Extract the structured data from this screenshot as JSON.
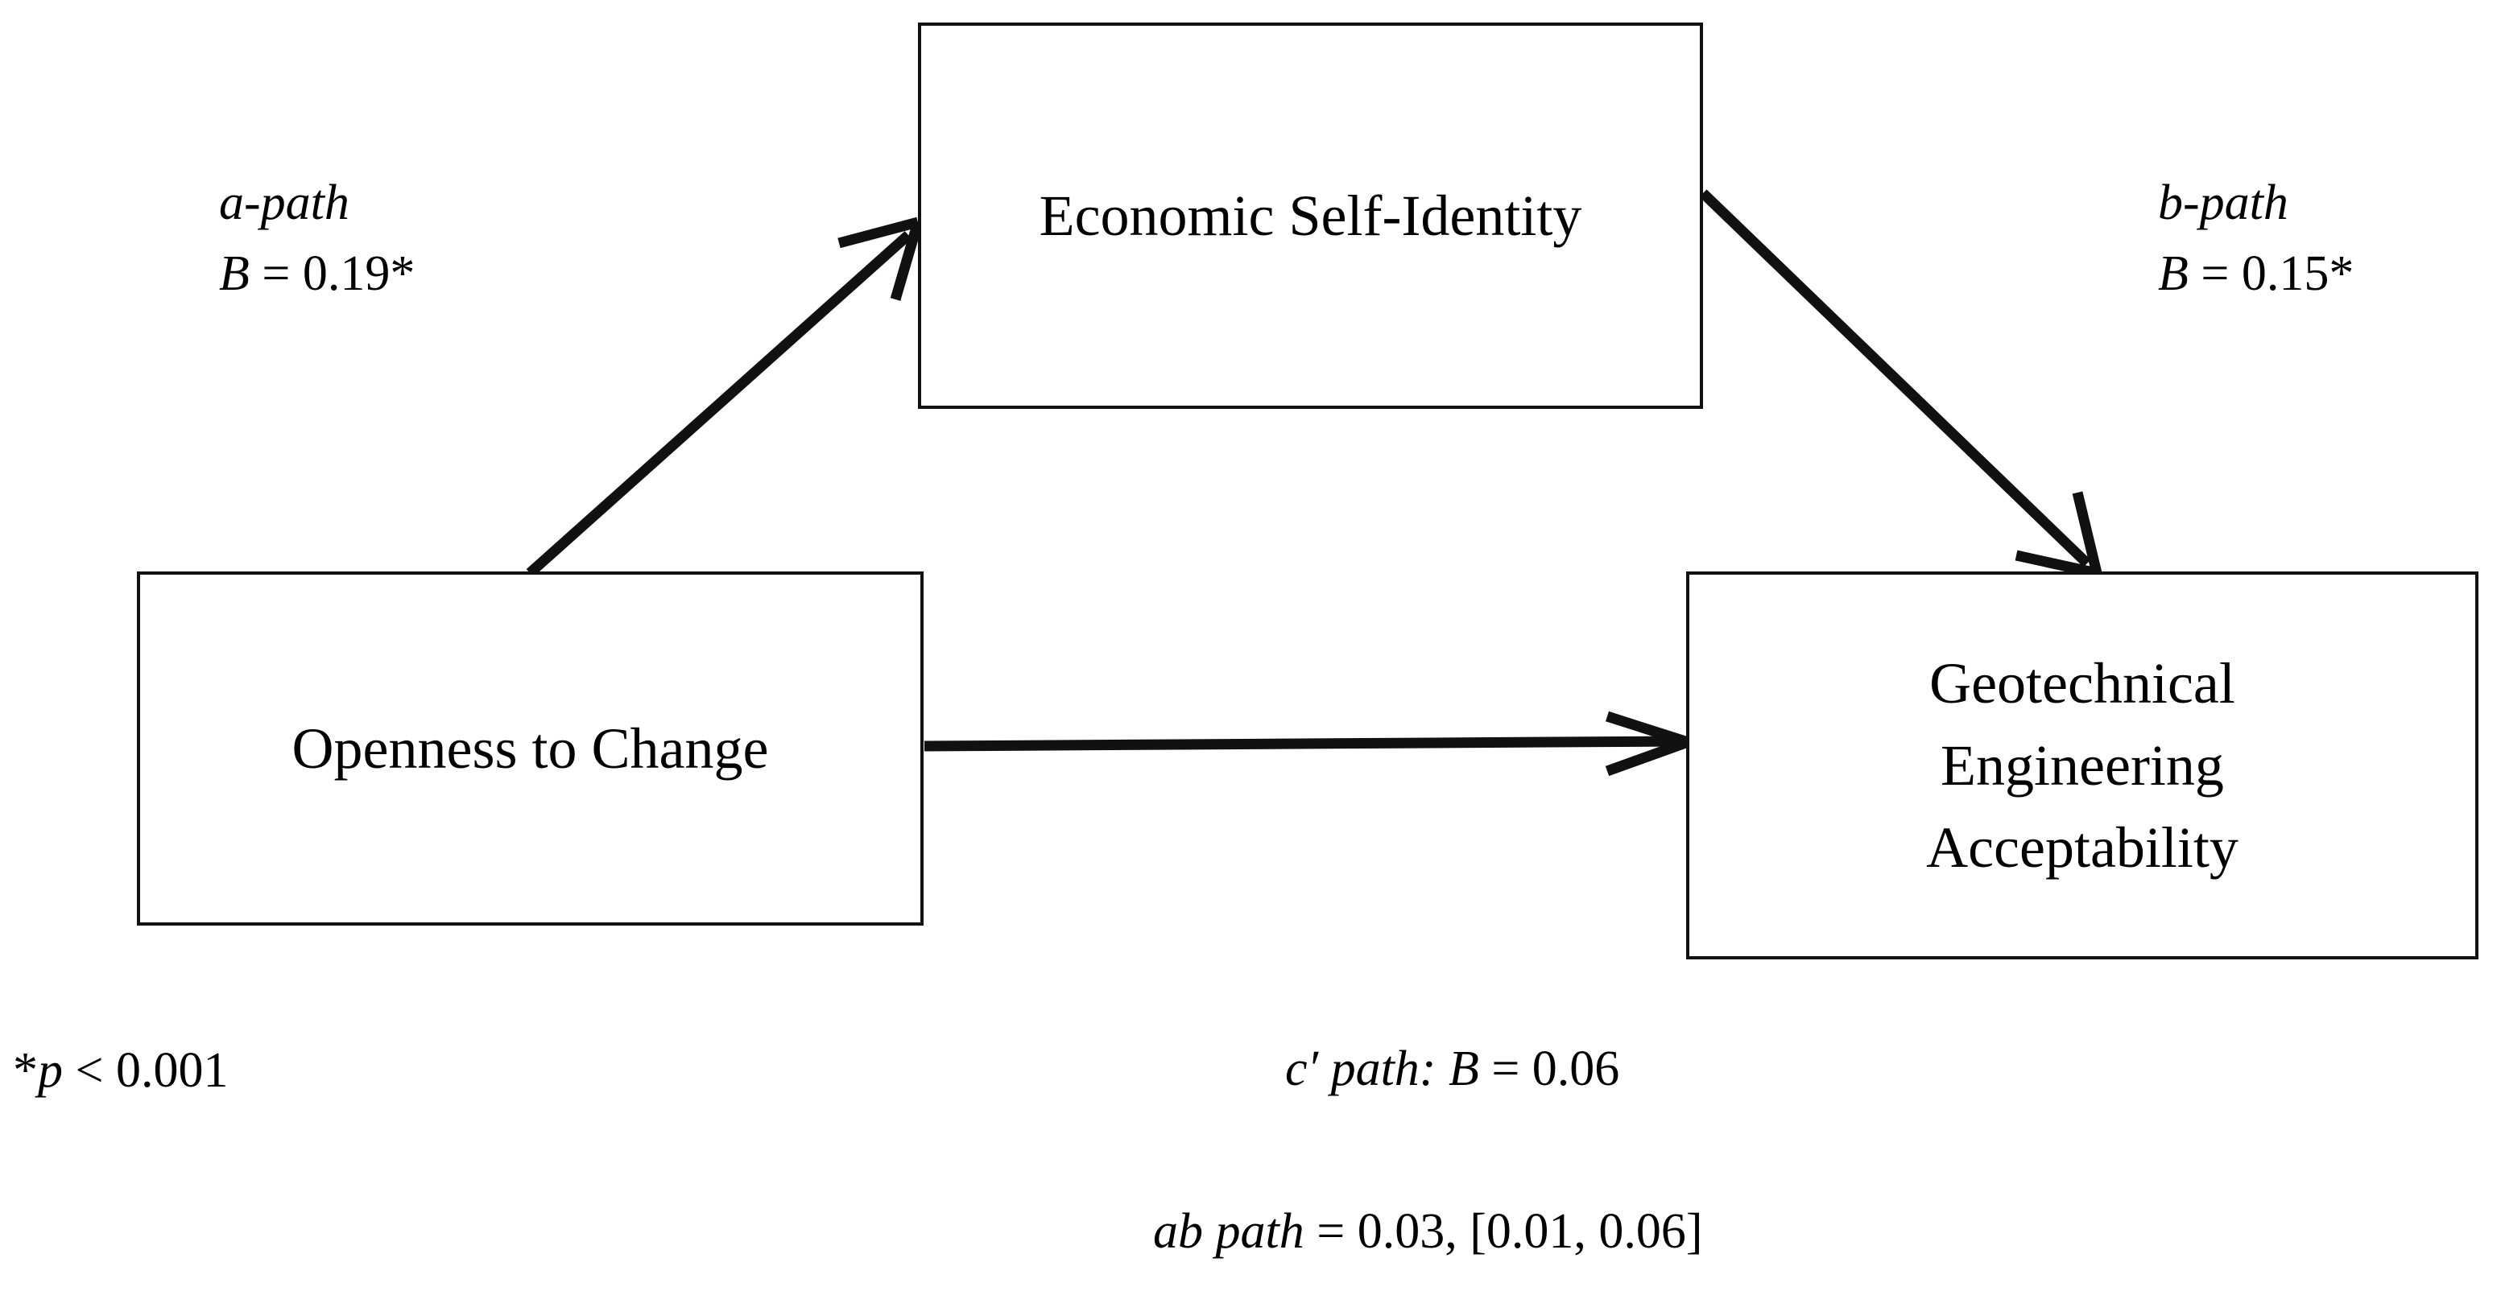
{
  "diagram": {
    "type": "mediation-path-model",
    "nodes": {
      "predictor": {
        "label": "Openness to Change"
      },
      "mediator": {
        "label": "Economic Self-Identity"
      },
      "outcome": {
        "label": "Geotechnical\nEngineering\nAcceptability"
      }
    },
    "paths": {
      "a": {
        "name": "a-path",
        "coefficient_label": "B",
        "equals": "=",
        "value": "0.19",
        "significance_marker": "*",
        "from": "Openness to Change",
        "to": "Economic Self-Identity"
      },
      "b": {
        "name": "b-path",
        "coefficient_label": "B",
        "equals": "=",
        "value": "0.15",
        "significance_marker": "*",
        "from": "Economic Self-Identity",
        "to": "Geotechnical Engineering Acceptability"
      },
      "c_prime": {
        "name": "c′ path:",
        "coefficient_label": "B",
        "equals": "=",
        "value": "0.06",
        "from": "Openness to Change",
        "to": "Geotechnical Engineering Acceptability"
      },
      "ab": {
        "name": "ab path",
        "equals": "=",
        "value": "0.03,",
        "confidence_interval": "[0.01, 0.06]"
      }
    },
    "footnotes": {
      "significance": {
        "marker": "*",
        "symbol": "p",
        "operator": "< 0.001"
      }
    },
    "colors": {
      "stroke": "#111111",
      "text": "#000000",
      "background": "#ffffff"
    }
  }
}
